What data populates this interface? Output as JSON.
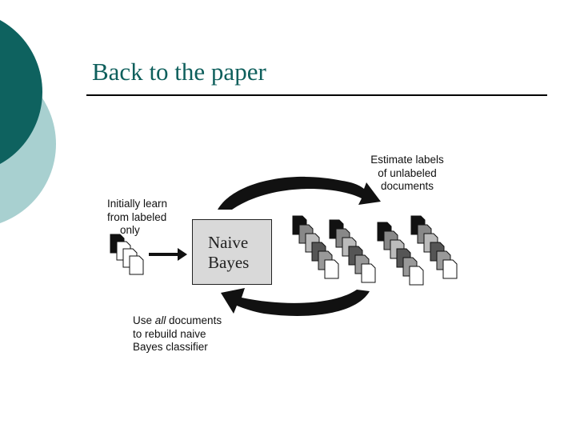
{
  "slide": {
    "title": "Back to the paper"
  },
  "diagram": {
    "labeled_text": [
      "Initially learn",
      "from labeled",
      "only"
    ],
    "estimate_text": [
      "Estimate labels",
      "of  unlabeled",
      "documents"
    ],
    "rebuild_prefix": "Use ",
    "rebuild_emphasis": "all",
    "rebuild_suffix": " documents",
    "rebuild_text": [
      "to rebuild naive",
      "Bayes classifier"
    ],
    "classifier_box": [
      "Naive",
      "Bayes"
    ]
  }
}
